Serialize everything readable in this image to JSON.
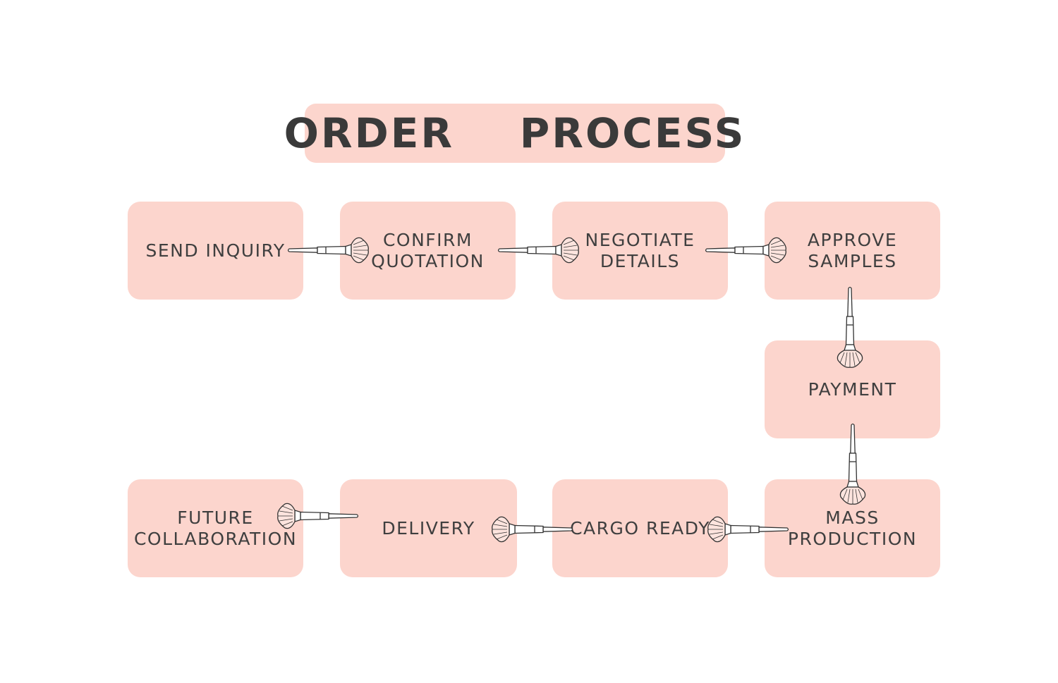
{
  "title": "ORDER    PROCESS",
  "steps": [
    {
      "id": "send-inquiry",
      "label": "SEND INQUIRY"
    },
    {
      "id": "confirm-quotation",
      "label": "CONFIRM\nQUOTATION"
    },
    {
      "id": "negotiate-details",
      "label": "NEGOTIATE\nDETAILS"
    },
    {
      "id": "approve-samples",
      "label": "APPROVE\nSAMPLES"
    },
    {
      "id": "payment",
      "label": "PAYMENT"
    },
    {
      "id": "mass-production",
      "label": "MASS\nPRODUCTION"
    },
    {
      "id": "cargo-ready",
      "label": "CARGO READY"
    },
    {
      "id": "delivery",
      "label": "DELIVERY"
    },
    {
      "id": "future-collaboration",
      "label": "FUTURE\nCOLLABORATION"
    }
  ],
  "connectors": [
    {
      "from": "send-inquiry",
      "to": "confirm-quotation",
      "icon": "makeup-brush-icon"
    },
    {
      "from": "confirm-quotation",
      "to": "negotiate-details",
      "icon": "makeup-brush-icon"
    },
    {
      "from": "negotiate-details",
      "to": "approve-samples",
      "icon": "makeup-brush-icon"
    },
    {
      "from": "approve-samples",
      "to": "payment",
      "icon": "makeup-brush-icon"
    },
    {
      "from": "payment",
      "to": "mass-production",
      "icon": "makeup-brush-icon"
    },
    {
      "from": "mass-production",
      "to": "cargo-ready",
      "icon": "makeup-brush-icon"
    },
    {
      "from": "cargo-ready",
      "to": "delivery",
      "icon": "makeup-brush-icon"
    },
    {
      "from": "delivery",
      "to": "future-collaboration",
      "icon": "makeup-brush-icon"
    }
  ],
  "colors": {
    "box": "#fcd5cd",
    "text": "#3f3f3f",
    "title_text": "#3a3a3a",
    "brush_outline": "#333333"
  }
}
